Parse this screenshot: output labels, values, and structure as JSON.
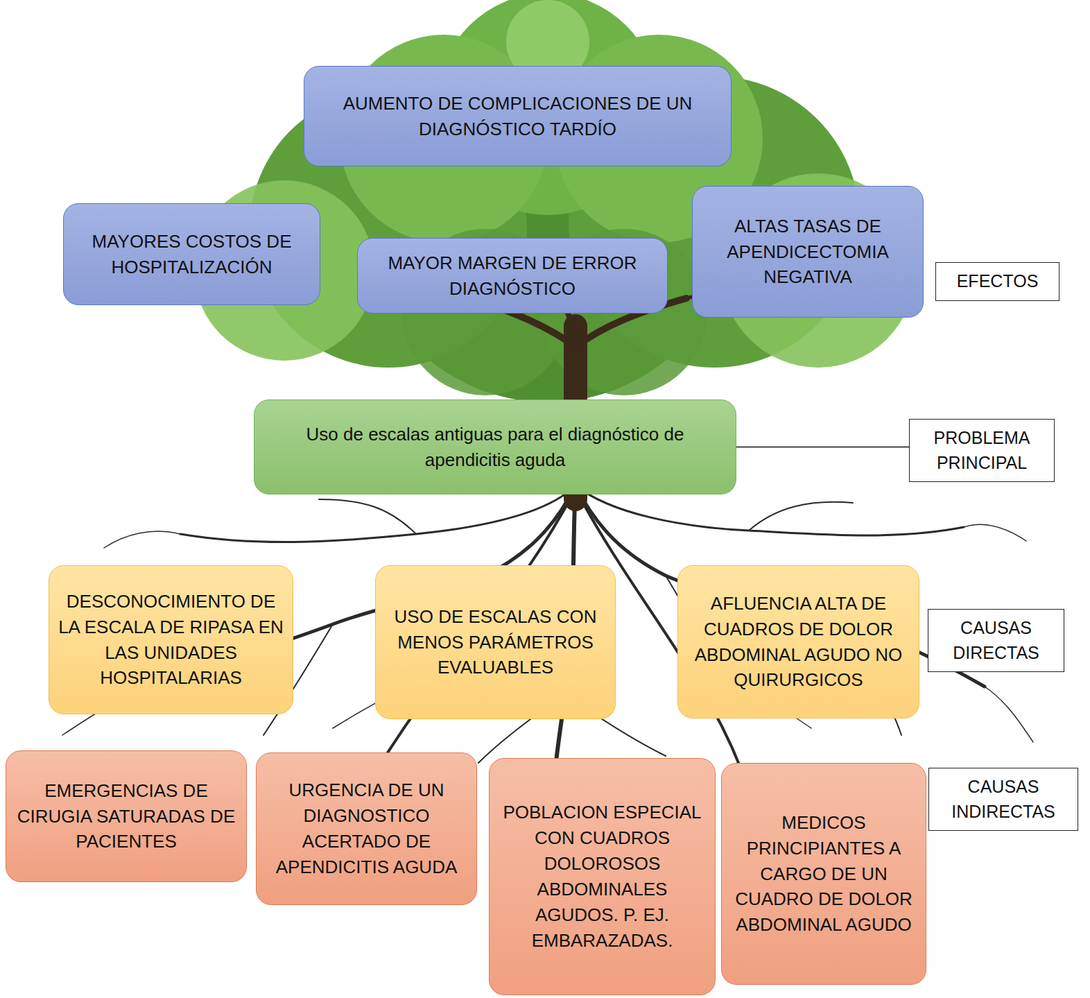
{
  "diagram": {
    "nodes": [
      {
        "text": [
          "AUMENTO DE COMPLICACIONES DE UN DIAGNÓSTICO TARDÍO"
        ]
      },
      {
        "text": [
          "MAYORES COSTOS DE HOSPITALIZACIÓN"
        ]
      },
      {
        "text": [
          "MAYOR MARGEN DE ERROR DIAGNÓSTICO"
        ]
      },
      {
        "text": [
          "ALTAS TASAS DE APENDICECTOMIA NEGATIVA"
        ]
      },
      {
        "text": [
          "EFECTOS"
        ]
      },
      {
        "text": [
          "Uso de escalas antiguas para el diagnóstico de apendicitis aguda"
        ]
      },
      {
        "text": [
          "PROBLEMA PRINCIPAL"
        ]
      },
      {
        "text": [
          "DESCONOCIMIENTO DE LA ESCALA DE RIPASA EN LAS UNIDADES HOSPITALARIAS"
        ]
      },
      {
        "text": [
          "USO DE ESCALAS CON MENOS PARÁMETROS EVALUABLES"
        ]
      },
      {
        "text": [
          "AFLUENCIA ALTA DE CUADROS DE DOLOR ABDOMINAL AGUDO NO QUIRURGICOS"
        ]
      },
      {
        "text": [
          "CAUSAS DIRECTAS"
        ]
      },
      {
        "text": [
          "EMERGENCIAS DE CIRUGIA SATURADAS DE PACIENTES"
        ]
      },
      {
        "text": [
          "URGENCIA DE UN DIAGNOSTICO ACERTADO DE APENDICITIS AGUDA"
        ]
      },
      {
        "text": [
          "POBLACION ESPECIAL CON CUADROS DOLOROSOS ABDOMINALES AGUDOS. P. EJ. EMBARAZADAS."
        ]
      },
      {
        "text": [
          "MEDICOS PRINCIPIANTES A CARGO DE UN CUADRO DE DOLOR ABDOMINAL AGUDO"
        ]
      },
      {
        "text": [
          "CAUSAS INDIRECTAS"
        ]
      }
    ],
    "edges": [
      {
        "from": 5,
        "to": 6,
        "arrow": "none"
      }
    ]
  }
}
